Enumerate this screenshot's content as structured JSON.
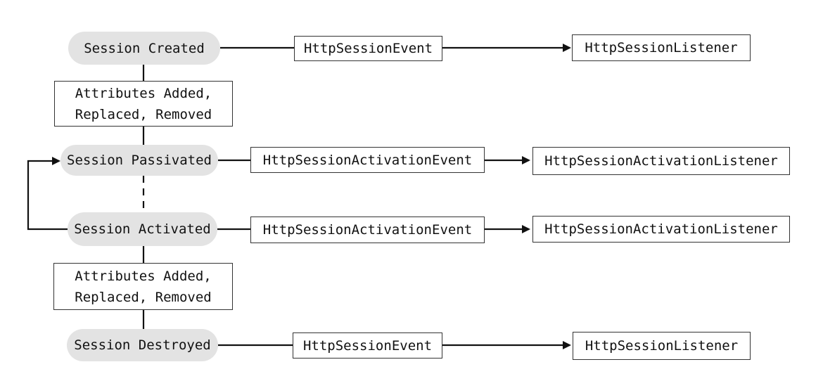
{
  "diagram": {
    "states": {
      "created": "Session Created",
      "passivated": "Session Passivated",
      "activated": "Session Activated",
      "destroyed": "Session Destroyed"
    },
    "attribute_changes": {
      "upper": {
        "line1": "Attributes Added,",
        "line2": "Replaced, Removed"
      },
      "lower": {
        "line1": "Attributes Added,",
        "line2": "Replaced, Removed"
      }
    },
    "events": {
      "created": "HttpSessionEvent",
      "passivated": "HttpSessionActivationEvent",
      "activated": "HttpSessionActivationEvent",
      "destroyed": "HttpSessionEvent"
    },
    "listeners": {
      "created": "HttpSessionListener",
      "passivated": "HttpSessionActivationListener",
      "activated": "HttpSessionActivationListener",
      "destroyed": "HttpSessionListener"
    },
    "colors": {
      "state_fill": "#e3e3e3",
      "stroke": "#111111",
      "text": "#111111"
    }
  }
}
